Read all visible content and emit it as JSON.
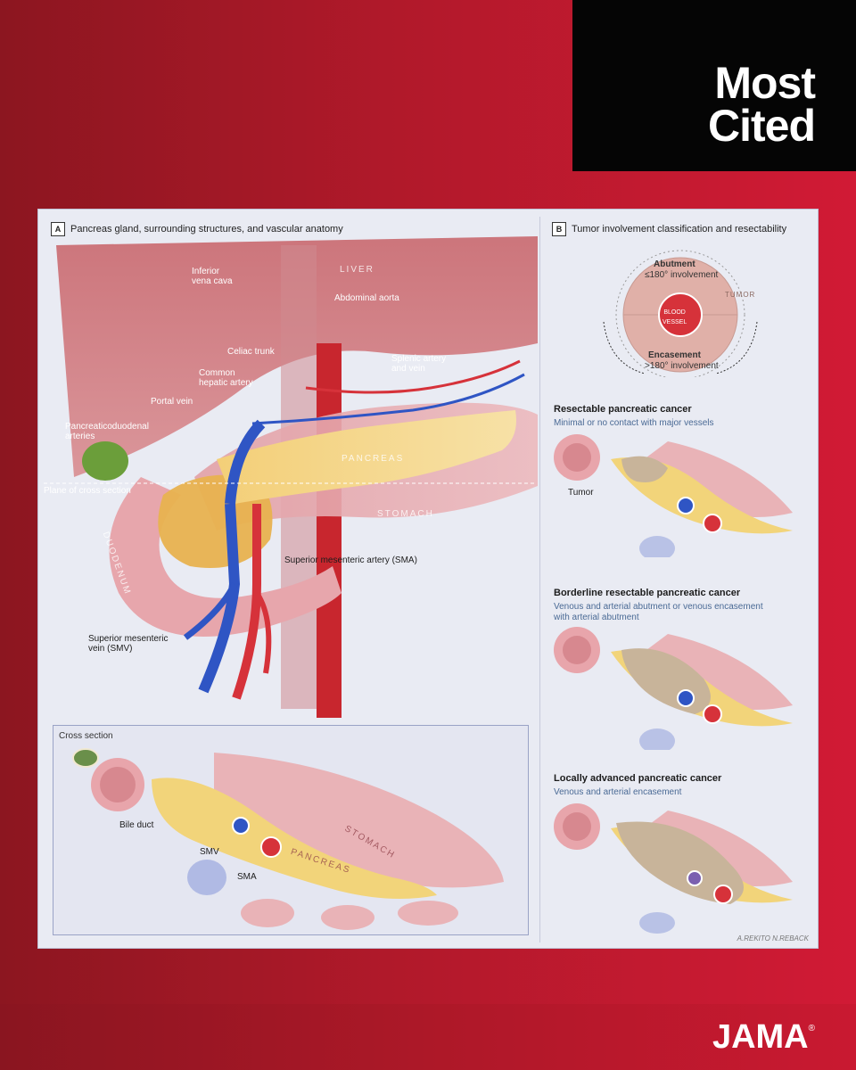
{
  "badge": {
    "line1": "Most",
    "line2": "Cited"
  },
  "brand": {
    "name": "JAMA",
    "mark": "®"
  },
  "panel_a": {
    "letter": "A",
    "title": "Pancreas gland, surrounding structures, and vascular anatomy",
    "labels": {
      "ivc": "Inferior\nvena cava",
      "liver": "LIVER",
      "aorta": "Abdominal aorta",
      "celiac": "Celiac trunk",
      "common_hepatic": "Common\nhepatic artery",
      "splenic": "Splenic artery\nand vein",
      "portal": "Portal vein",
      "pd_arteries": "Pancreaticoduodenal\narteries",
      "pancreas": "PANCREAS",
      "plane": "Plane of cross section",
      "stomach": "STOMACH",
      "duodenum": "DUODENUM",
      "sma": "Superior mesenteric artery (SMA)",
      "smv": "Superior mesenteric\nvein (SMV)"
    },
    "cross_section": {
      "title": "Cross section",
      "bile_duct": "Bile duct",
      "smv": "SMV",
      "sma": "SMA",
      "stomach": "STOMACH",
      "pancreas": "PANCREAS"
    }
  },
  "panel_b": {
    "letter": "B",
    "title": "Tumor involvement classification and resectability",
    "diagram": {
      "abutment": "Abutment",
      "abutment_sub": "≤180° involvement",
      "tumor": "TUMOR",
      "vessel": "BLOOD\nVESSEL",
      "encasement": "Encasement",
      "encasement_sub": ">180° involvement"
    },
    "cases": [
      {
        "title": "Resectable pancreatic cancer",
        "subtitle": "Minimal or no contact with major vessels",
        "tumor_label": "Tumor"
      },
      {
        "title": "Borderline resectable pancreatic cancer",
        "subtitle": "Venous and arterial abutment or venous encasement\nwith arterial abutment"
      },
      {
        "title": "Locally advanced pancreatic cancer",
        "subtitle": "Venous and arterial encasement"
      }
    ]
  },
  "signature": "A.REKITO  N.REBACK",
  "colors": {
    "jama_red": "#c8192f",
    "artery": "#d6323a",
    "vein": "#2f55c4",
    "pancreas": "#f2d47a"
  }
}
